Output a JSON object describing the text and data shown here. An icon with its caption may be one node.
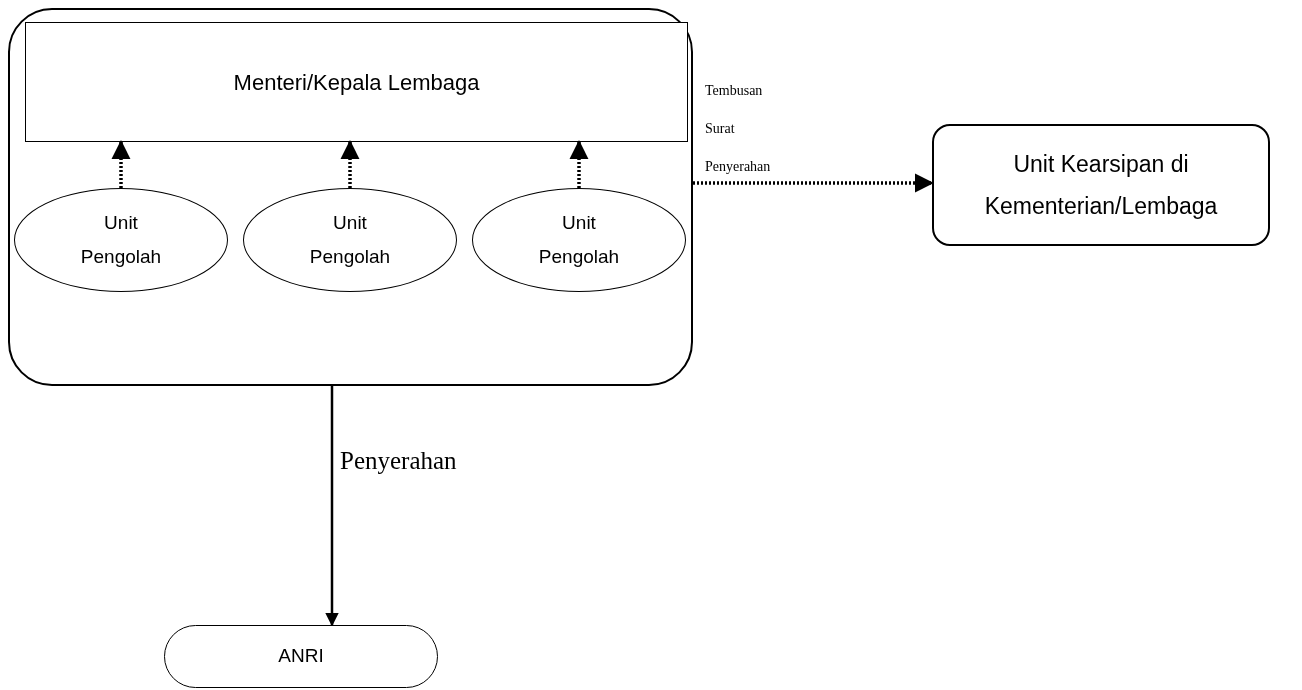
{
  "diagram": {
    "nodes": [
      {
        "text": [],
        "shape": "box"
      },
      {
        "text": [
          "Menteri/Kepala Lembaga"
        ],
        "in": 0
      },
      {
        "text": [
          "Unit Pengolah"
        ],
        "in": 0
      },
      {
        "text": [
          "Unit Pengolah"
        ],
        "in": 0
      },
      {
        "text": [
          "Unit Pengolah"
        ],
        "in": 0
      },
      {
        "text": [
          "Unit Kearsipan di Kementerian/Lembaga"
        ]
      },
      {
        "text": [
          "ANRI"
        ]
      }
    ],
    "edges": [
      {
        "from": 2,
        "to": 1,
        "arrow": "to",
        "style": "dashed"
      },
      {
        "from": 3,
        "to": 1,
        "arrow": "to",
        "style": "dashed"
      },
      {
        "from": 4,
        "to": 1,
        "arrow": "to",
        "style": "dashed"
      },
      {
        "from": 0,
        "to": 5,
        "arrow": "to",
        "style": "dashed",
        "label": "Tembusan Surat Penyerahan"
      },
      {
        "from": 0,
        "to": 6,
        "arrow": "to",
        "label": "Penyerahan"
      }
    ]
  }
}
